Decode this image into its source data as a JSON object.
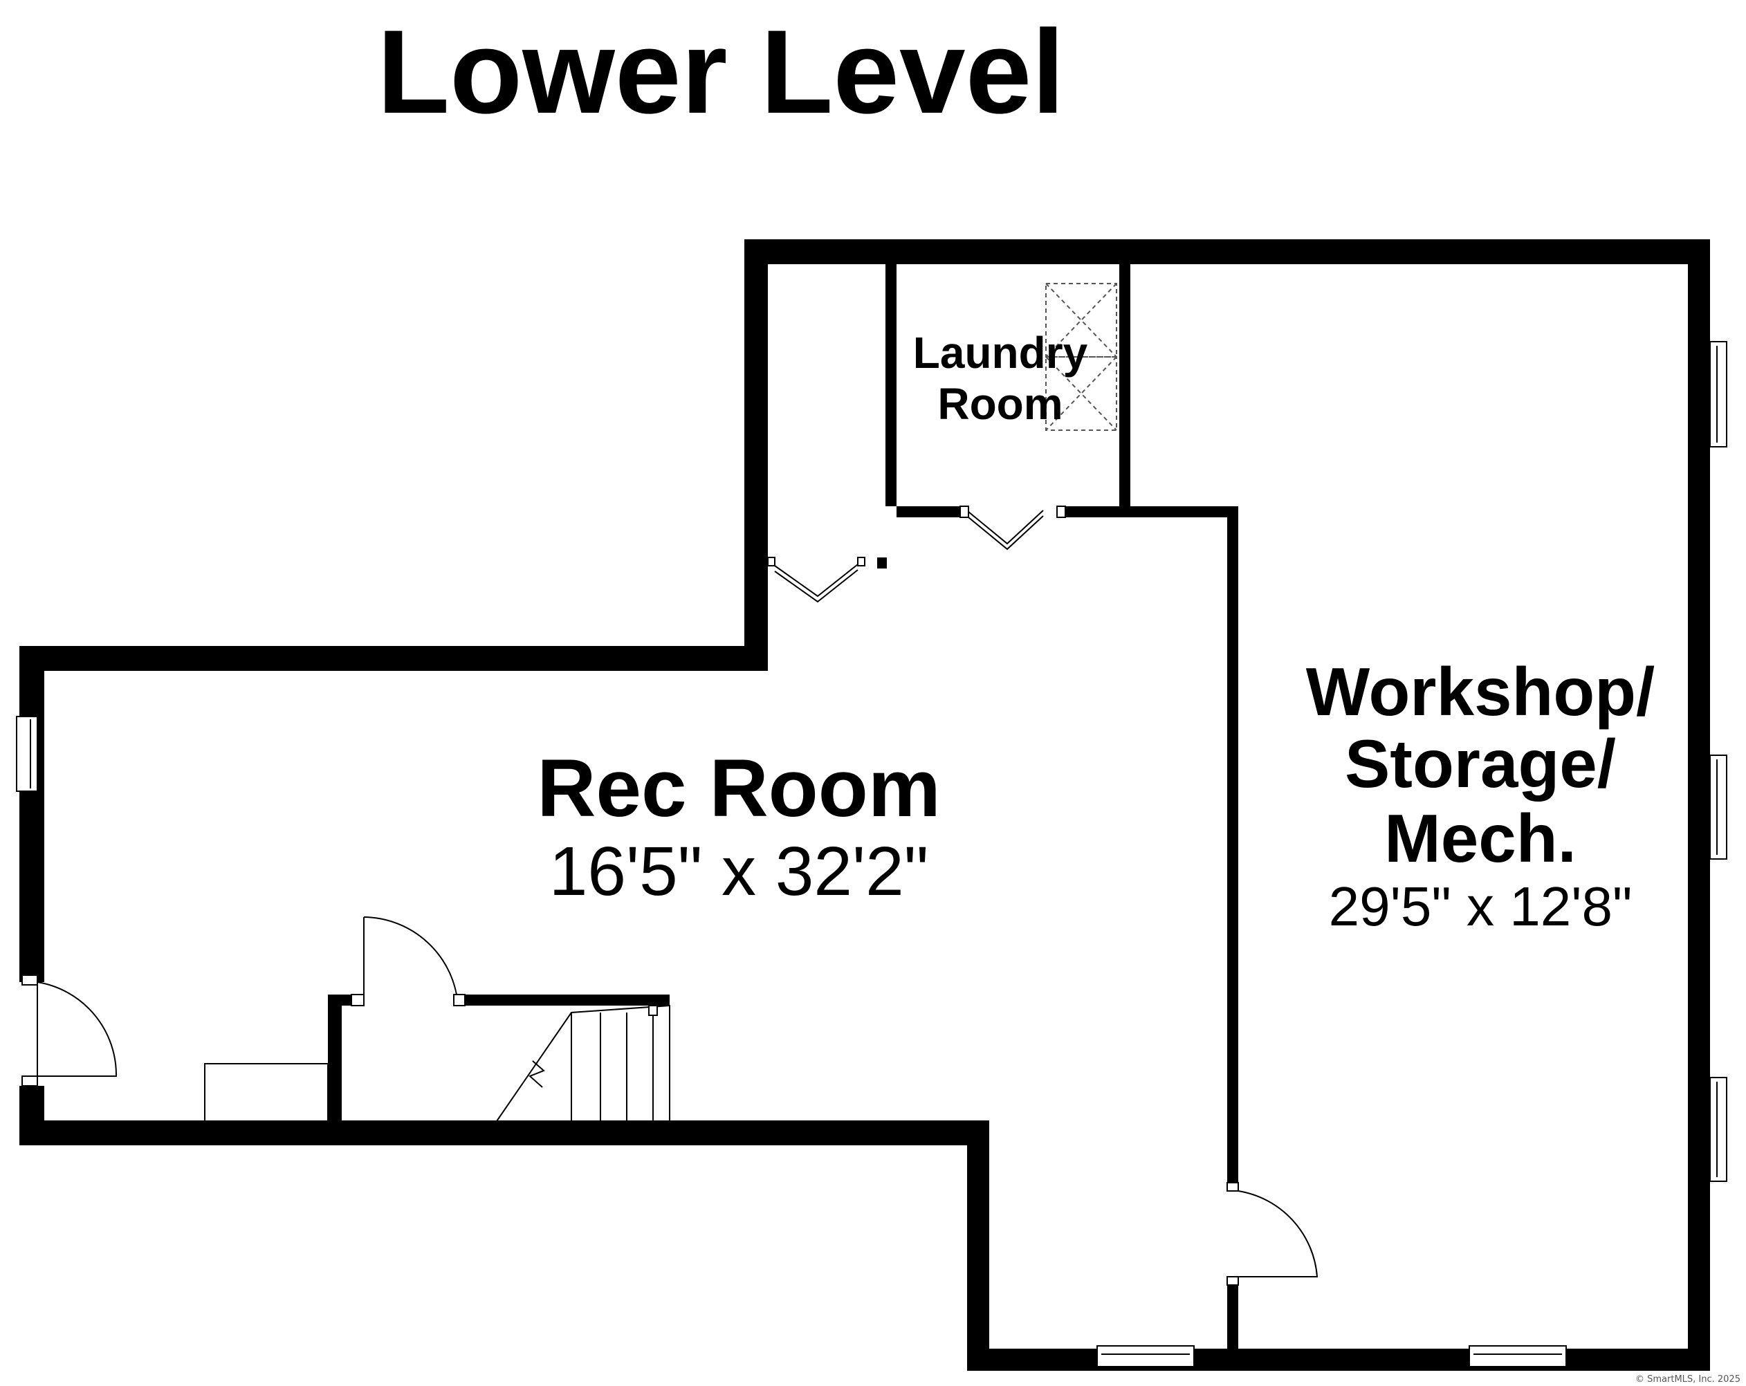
{
  "title": "Lower Level",
  "rooms": {
    "laundry": {
      "name_line1": "Laundry",
      "name_line2": "Room"
    },
    "rec": {
      "name": "Rec Room",
      "dimensions": "16'5\" x 32'2\""
    },
    "workshop": {
      "name_line1": "Workshop/",
      "name_line2": "Storage/",
      "name_line3": "Mech.",
      "dimensions": "29'5\" x 12'8\""
    }
  },
  "copyright": "© SmartMLS, Inc. 2025"
}
